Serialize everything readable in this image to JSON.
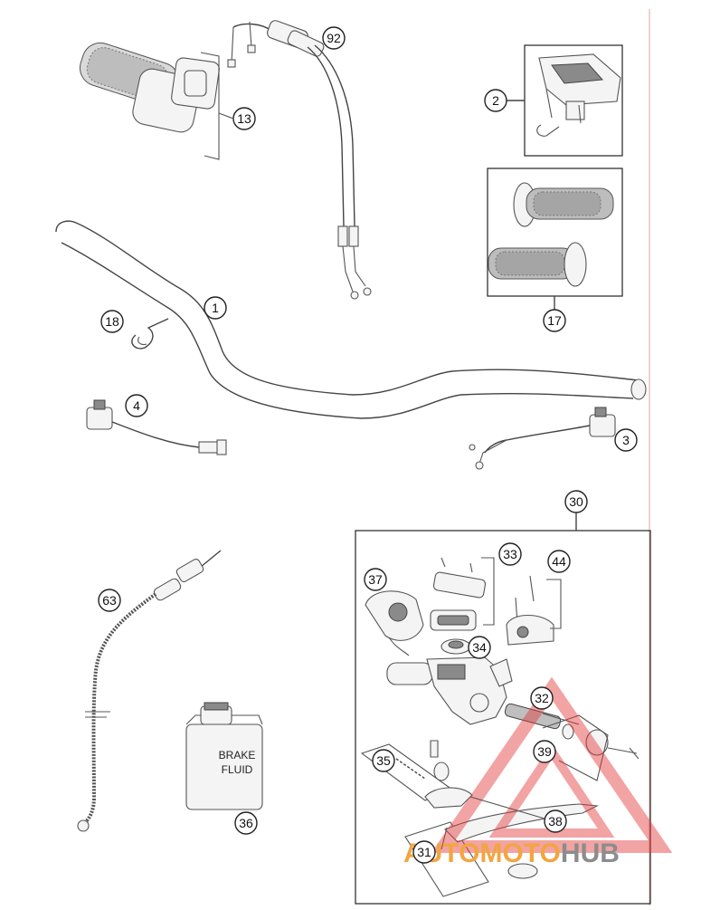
{
  "callouts": {
    "c1": "1",
    "c2": "2",
    "c3": "3",
    "c4": "4",
    "c13": "13",
    "c17": "17",
    "c18": "18",
    "c30": "30",
    "c31": "31",
    "c32": "32",
    "c33": "33",
    "c34": "34",
    "c35": "35",
    "c36": "36",
    "c37": "37",
    "c38": "38",
    "c39": "39",
    "c44": "44",
    "c63": "63",
    "c92": "92"
  },
  "fluid_can": {
    "line1": "BRAKE",
    "line2": "FLUID"
  },
  "watermark": {
    "part1": "AUTO",
    "part2": "MOTO",
    "part3": "HUB"
  },
  "colors": {
    "accent_red": "#e23a3a",
    "watermark_orange": "#f2a541",
    "watermark_gray": "#8c8c8c",
    "margin_line": "#e8a3a3"
  }
}
